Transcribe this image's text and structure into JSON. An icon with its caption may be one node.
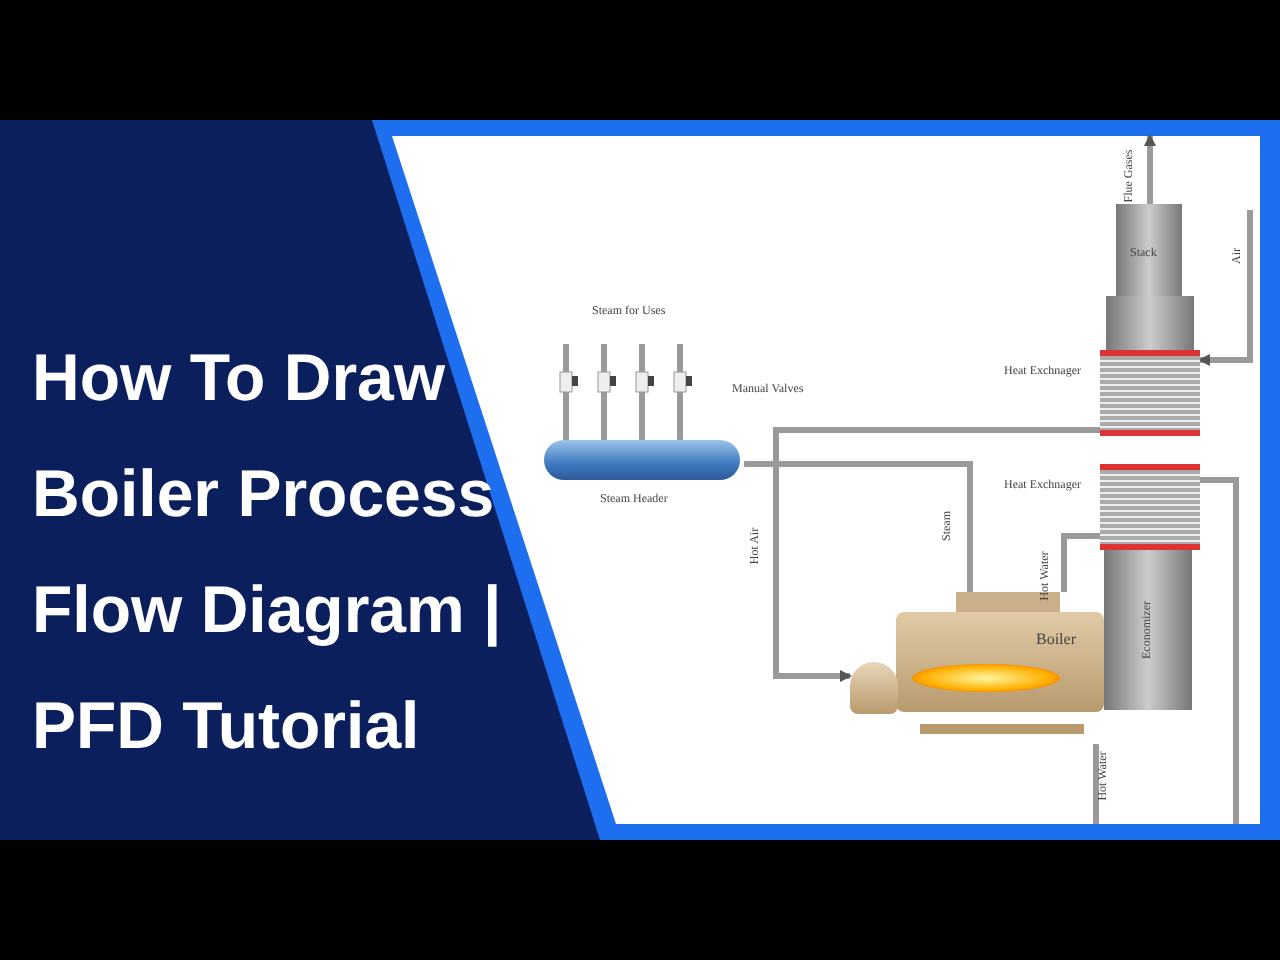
{
  "diagram": {
    "title": "How To Draw Boiler Process Flow Diagram | PFD Tutorial",
    "nodes": [
      {
        "text": [
          "Steam Header"
        ]
      },
      {
        "text": [
          "Stack"
        ]
      },
      {
        "text": [
          "Heat Exchnager"
        ]
      },
      {
        "text": [
          "Heat Exchnager"
        ]
      },
      {
        "text": [
          "Economizer"
        ]
      },
      {
        "text": [
          "Boiler"
        ]
      },
      {
        "text": [],
        "shape": "picture"
      }
    ],
    "edges": [
      {
        "from": 5,
        "to": 0,
        "arrow": "none",
        "label": "Steam"
      },
      {
        "from": 0,
        "to": null,
        "arrow": "none"
      },
      {
        "from": 0,
        "to": null,
        "arrow": "none"
      },
      {
        "from": 0,
        "to": null,
        "arrow": "none"
      },
      {
        "from": 0,
        "to": null,
        "arrow": "none"
      },
      {
        "from": 1,
        "to": null,
        "arrow": "to",
        "label": "Flue Gases"
      },
      {
        "from": null,
        "to": 2,
        "arrow": "to",
        "label": "Air"
      },
      {
        "from": 2,
        "to": 6,
        "arrow": "to",
        "label": "Hot Air"
      },
      {
        "from": 3,
        "to": 5,
        "arrow": "none",
        "label": "Hot Water"
      },
      {
        "from": 5,
        "to": null,
        "arrow": "none",
        "label": "Hot Water"
      },
      {
        "from": 3,
        "to": null,
        "arrow": "none"
      }
    ],
    "labels": [
      "Steam for Uses",
      "Manual Valves"
    ]
  }
}
